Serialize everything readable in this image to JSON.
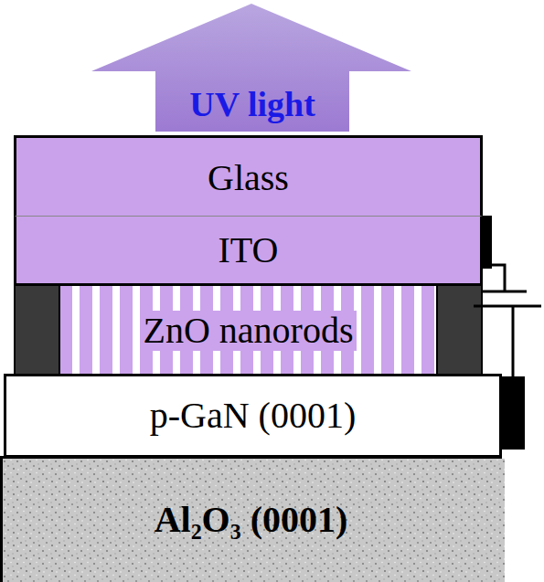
{
  "diagram": {
    "nodes": [
      {
        "text": [
          "UV light"
        ]
      },
      {
        "text": [
          "Glass"
        ]
      },
      {
        "text": [
          "ITO"
        ]
      },
      {
        "text": [
          "ZnO nanorods"
        ]
      },
      {
        "text": [
          "p-GaN (0001)"
        ]
      },
      {
        "text": [
          "Al₂O₃ (0001)"
        ]
      }
    ]
  }
}
